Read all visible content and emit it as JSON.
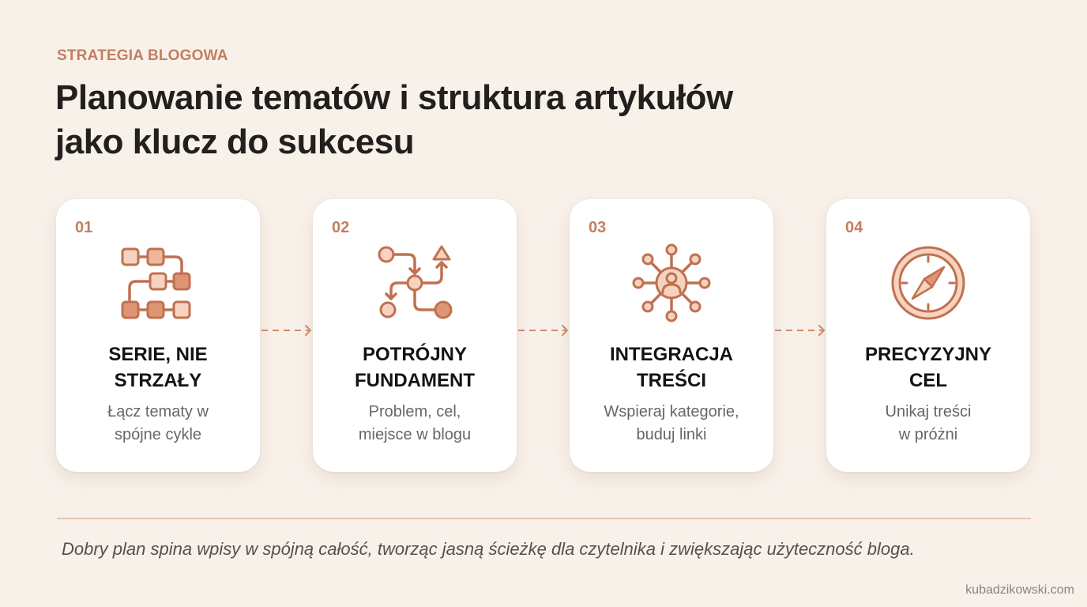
{
  "header": {
    "eyebrow": "STRATEGIA BLOGOWA",
    "title_line1": "Planowanie tematów i struktura artykułów",
    "title_line2": "jako klucz do sukcesu"
  },
  "colors": {
    "background": "#f8f1ea",
    "accent": "#c47e5f",
    "icon_stroke": "#c0714f",
    "icon_fill_light": "#f6d3c0",
    "icon_fill_mid": "#eeb79c",
    "icon_fill_dark": "#df9474",
    "card": "#ffffff",
    "divider": "#e8c3ae"
  },
  "steps": [
    {
      "number": "01",
      "icon": "series-flow-icon",
      "heading": "SERIE, NIE\nSTRZAŁY",
      "description": "Łącz tematy w\nspójne cykle"
    },
    {
      "number": "02",
      "icon": "branching-paths-icon",
      "heading": "POTRÓJNY\nFUNDAMENT",
      "description": "Problem, cel,\nmiejsce w blogu"
    },
    {
      "number": "03",
      "icon": "network-hub-icon",
      "heading": "INTEGRACJA\nTREŚCI",
      "description": "Wspieraj kategorie,\nbuduj linki"
    },
    {
      "number": "04",
      "icon": "compass-icon",
      "heading": "PRECYZYJNY\nCEL",
      "description": "Unikaj treści\nw próżni"
    }
  ],
  "connectors": [
    "dashed-arrow",
    "dashed-arrow",
    "dashed-arrow"
  ],
  "tagline": "Dobry plan spina wpisy w spójną całość, tworząc jasną ścieżkę dla czytelnika i zwiększając użyteczność bloga.",
  "footer": {
    "site": "kubadzikowski.com"
  }
}
